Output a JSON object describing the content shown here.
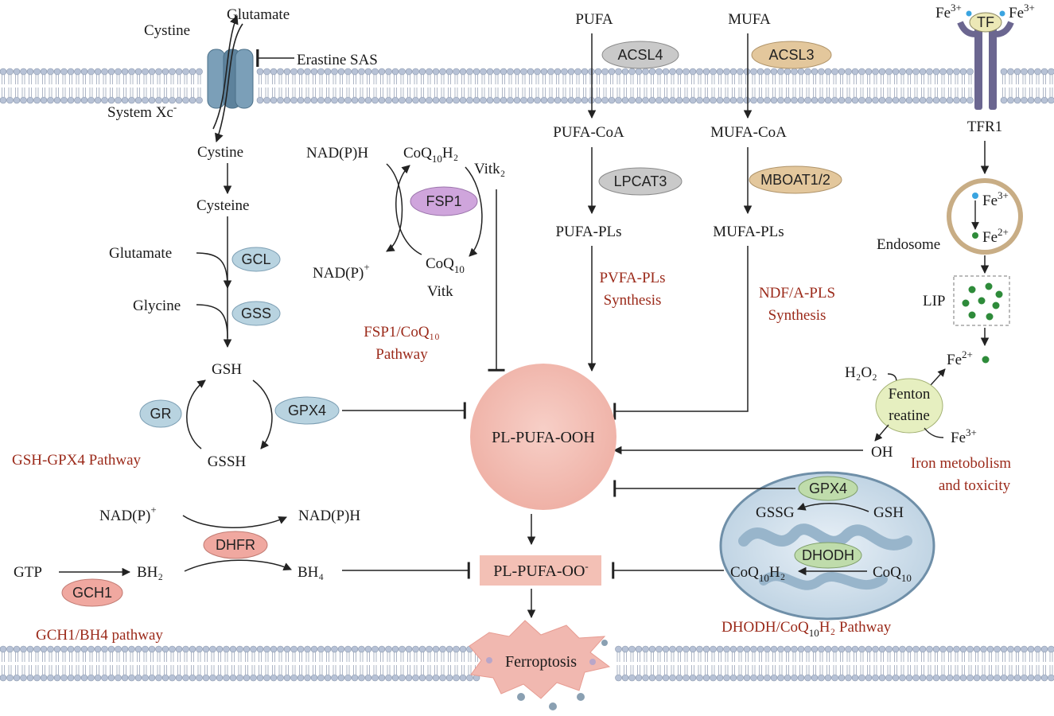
{
  "membrane_top": {},
  "membrane_bottom": {},
  "xc": {
    "glutamate": "Glutamate",
    "cystine_out": "Cystine",
    "inhibitor": "Erastine SAS",
    "transporter": "System Xc",
    "transporter_sup": "-",
    "cystine_in": "Cystine",
    "cysteine": "Cysteine"
  },
  "gsh_pathway": {
    "glutamate": "Glutamate",
    "glycine": "Glycine",
    "gcl": "GCL",
    "gss": "GSS",
    "gsh": "GSH",
    "gssh": "GSSH",
    "gr": "GR",
    "gpx4": "GPX4",
    "title": "GSH-GPX4 Pathway"
  },
  "fsp1": {
    "nadph": "NAD(P)H",
    "nadp": "NAD(P)",
    "nadp_sup": "+",
    "coq10h2_a": "CoQ",
    "coq10h2_sub": "10",
    "coq10h2_b": "H₂",
    "vitk2": "Vitk₂",
    "enzyme": "FSP1",
    "coq10_a": "CoQ",
    "coq10_sub": "10",
    "vitk": "Vitk",
    "title_1": "FSP1/CoQ₁₀",
    "title_2": "Pathway"
  },
  "pufa": {
    "pufa": "PUFA",
    "acsl4": "ACSL4",
    "pufa_coa": "PUFA-CoA",
    "lpcat3": "LPCAT3",
    "pufa_pls": "PUFA-PLs",
    "title_1": "PVFA-PLs",
    "title_2": "Synthesis"
  },
  "mufa": {
    "mufa": "MUFA",
    "acsl3": "ACSL3",
    "mufa_coa": "MUFA-CoA",
    "mboat": "MBOAT1/2",
    "mufa_pls": "MUFA-PLs",
    "title_1": "NDF/A-PLS",
    "title_2": "Synthesis"
  },
  "iron": {
    "fe3_left": "Fe",
    "fe3_right": "Fe",
    "fe_sup3": "3+",
    "tf": "TF",
    "tfr1": "TFR1",
    "endo_fe3": "Fe",
    "endo_fe2": "Fe",
    "fe_sup2": "2+",
    "endosome": "Endosome",
    "lip": "LIP",
    "fe2": "Fe",
    "h2o2": "H₂O₂",
    "fenton_1": "Fenton",
    "fenton_2": "reatine",
    "fenton_fe3": "Fe",
    "oh": "OH",
    "title_1": "Iron metobolism",
    "title_2": "and toxicity"
  },
  "center": {
    "pl_pufa_ooh": "PL-PUFA-OOH",
    "pl_pufa_oo": "PL-PUFA-OO",
    "oo_sup": "-",
    "ferroptosis": "Ferroptosis"
  },
  "bh4": {
    "nadp": "NAD(P)",
    "nadp_sup": "+",
    "nadph": "NAD(P)H",
    "dhfr": "DHFR",
    "gtp": "GTP",
    "bh2": "BH₂",
    "bh4": "BH₄",
    "gch1": "GCH1",
    "title": "GCH1/BH4 pathway"
  },
  "mito": {
    "gpx4": "GPX4",
    "gssg": "GSSG",
    "gsh": "GSH",
    "dhodh": "DHODH",
    "coqh2_a": "CoQ",
    "coqh2_sub": "10",
    "coqh2_b": "H₂",
    "coq_a": "CoQ",
    "coq_sub": "10",
    "title_a": "DHODH/CoQ",
    "title_sub": "10",
    "title_b": "H₂ Pathway"
  },
  "colors": {
    "red_text": "#9b2a1a",
    "blue_enzyme": "#b8d3e0",
    "gray_enzyme": "#c9c9c9",
    "tan_enzyme": "#e3c79c",
    "purple_enzyme": "#cfa5dc",
    "pink_enzyme": "#f0a8a0",
    "green_enzyme": "#bfdcab",
    "central_circle": "#f4c0b6"
  }
}
